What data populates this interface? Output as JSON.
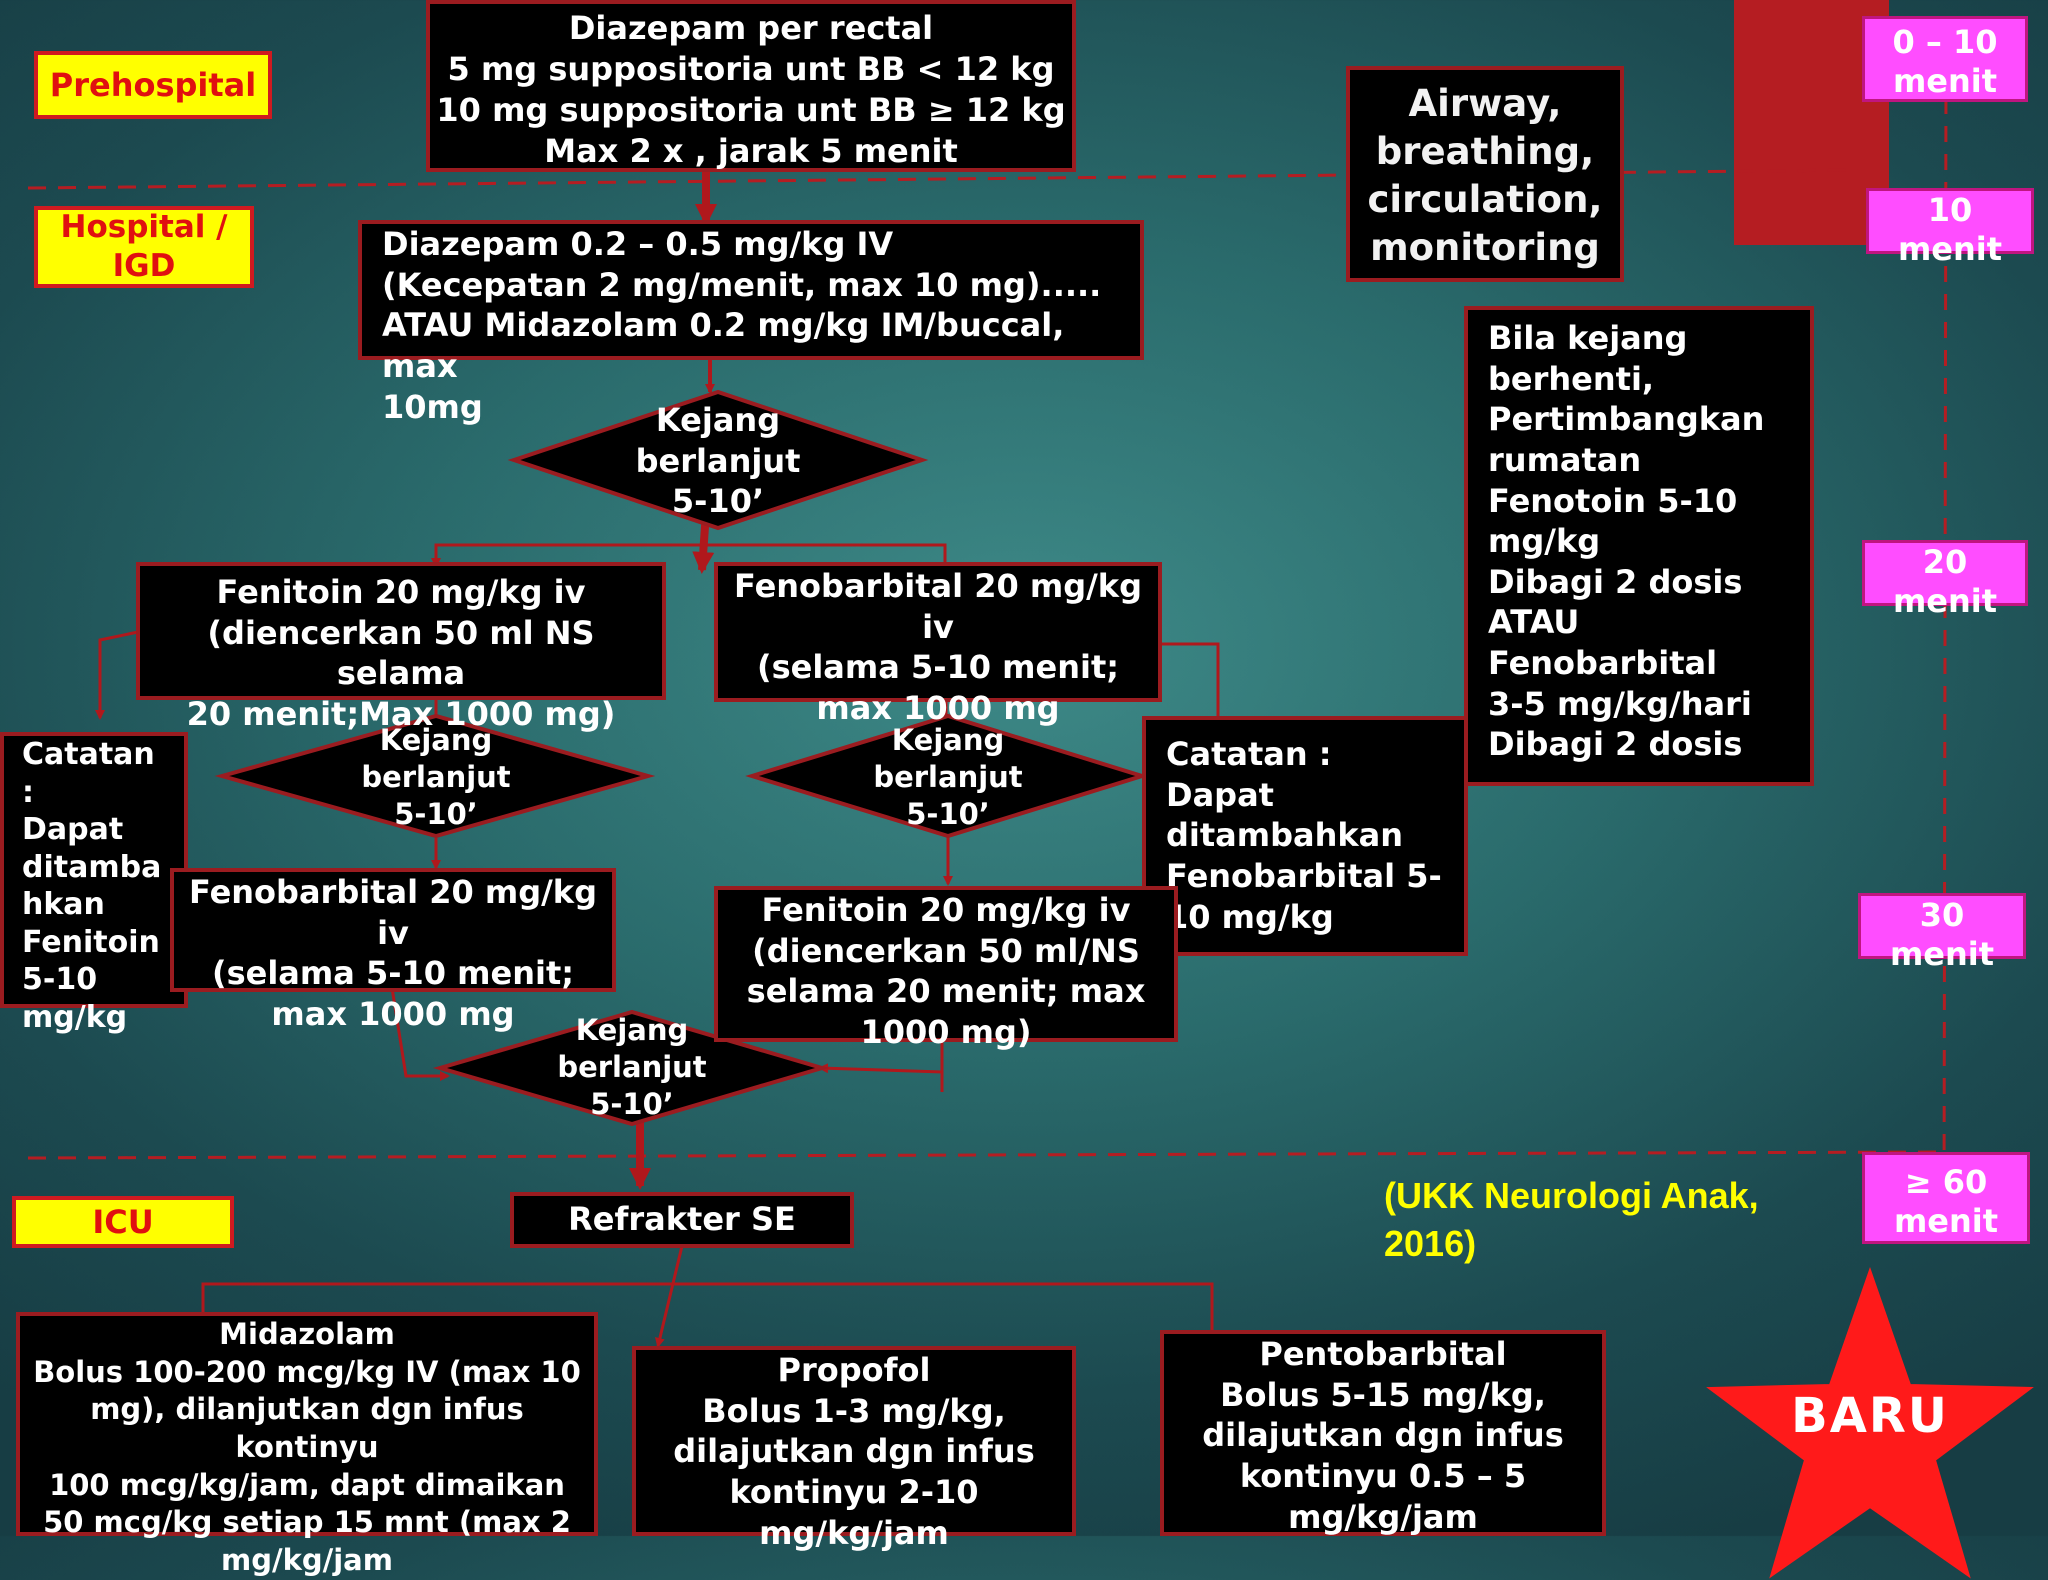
{
  "phases": {
    "prehospital": "Prehospital",
    "hospital": "Hospital /\nIGD",
    "icu": "ICU"
  },
  "timeline": {
    "t1": "0 – 10\nmenit",
    "t2": "10\nmenit",
    "t3": "20\nmenit",
    "t4": "30\nmenit",
    "t5": "≥ 60\nmenit"
  },
  "boxes": {
    "diazepam_rectal": "Diazepam per rectal\n5 mg suppositoria unt BB < 12 kg\n10 mg suppositoria unt BB ≥ 12 kg\nMax 2 x , jarak 5 menit",
    "diazepam_iv": "Diazepam 0.2 – 0.5 mg/kg IV\n(Kecepatan 2 mg/menit, max 10 mg).....\nATAU Midazolam 0.2 mg/kg IM/buccal, max\n10mg",
    "abc": "Airway,\nbreathing,\ncirculation,\nmonitoring",
    "maintenance": "Bila kejang\nberhenti,\nPertimbangkan\nrumatan\nFenotoin 5-10\nmg/kg\nDibagi 2 dosis\nATAU\nFenobarbital\n3-5 mg/kg/hari\nDibagi 2 dosis",
    "fenitoin_1": "Fenitoin 20 mg/kg iv\n(diencerkan 50 ml NS selama\n20 menit;Max 1000 mg)",
    "fenobarbital_1": "Fenobarbital 20 mg/kg\niv\n(selama 5-10 menit;\nmax 1000 mg",
    "note_left": "Catatan\n:\nDapat\nditamba\nhkan\nFenitoin\n5-10\nmg/kg",
    "note_right": "Catatan :\nDapat\nditambahkan\nFenobarbital 5-\n10 mg/kg",
    "fenobarbital_2": "Fenobarbital 20 mg/kg\niv\n(selama 5-10 menit;\nmax 1000 mg",
    "fenitoin_2": "Fenitoin 20 mg/kg iv\n(diencerkan 50 ml/NS\nselama 20 menit; max\n1000 mg)",
    "refrakter": "Refrakter SE",
    "midazolam": "Midazolam\nBolus 100-200 mcg/kg IV (max 10\nmg), dilanjutkan dgn infus kontinyu\n100  mcg/kg/jam, dapt dimaikan\n50 mcg/kg setiap 15 mnt (max 2\nmg/kg/jam",
    "propofol": "Propofol\nBolus 1-3 mg/kg,\ndilajutkan dgn infus\nkontinyu 2-10\nmg/kg/jam",
    "pentobarbital": "Pentobarbital\nBolus 5-15 mg/kg,\ndilajutkan dgn infus\nkontinyu 0.5 – 5\nmg/kg/jam"
  },
  "decisions": {
    "d1": "Kejang\nberlanjut\n5-10’",
    "d2": "Kejang\nberlanjut\n5-10’",
    "d3": "Kejang\nberlanjut\n5-10’",
    "d4": "Kejang\nberlanjut\n5-10’"
  },
  "citation": "(UKK Neurologi Anak,\n2016)",
  "star_label": "BARU",
  "colors": {
    "box_border": "#9b1c20",
    "arrow": "#b0181c",
    "label_yellow": "#ffff00",
    "label_text": "#e01010",
    "time_pink": "#ff4dff",
    "citation": "#ffff00",
    "star": "#ff1a1a"
  }
}
